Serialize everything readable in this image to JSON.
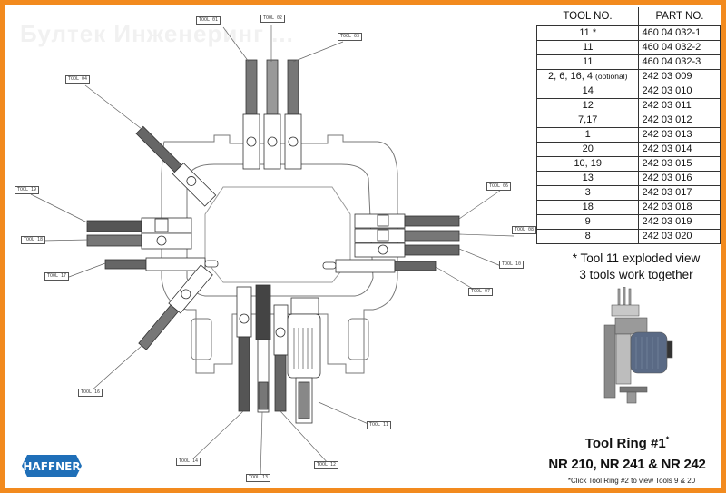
{
  "watermark": "Бултек Инженеринг ...",
  "colors": {
    "frame": "#f28a1e",
    "logo_blue": "#1f6fb8",
    "line": "#555555"
  },
  "table": {
    "headers": [
      "TOOL NO.",
      "PART NO."
    ],
    "rows": [
      {
        "tool": "11 *",
        "tool_suffix": "",
        "part": "460 04 032-1"
      },
      {
        "tool": "11",
        "tool_suffix": "",
        "part": "460 04 032-2"
      },
      {
        "tool": "11",
        "tool_suffix": "",
        "part": "460 04 032-3"
      },
      {
        "tool": "2, 6, 16, 4 ",
        "tool_suffix": "(optional)",
        "part": "242 03 009"
      },
      {
        "tool": "14",
        "tool_suffix": "",
        "part": "242 03 010"
      },
      {
        "tool": "12",
        "tool_suffix": "",
        "part": "242 03 011"
      },
      {
        "tool": "7,17",
        "tool_suffix": "",
        "part": "242 03 012"
      },
      {
        "tool": "1",
        "tool_suffix": "",
        "part": "242 03 013"
      },
      {
        "tool": "20",
        "tool_suffix": "",
        "part": "242 03 014"
      },
      {
        "tool": "10, 19",
        "tool_suffix": "",
        "part": "242 03 015"
      },
      {
        "tool": "13",
        "tool_suffix": "",
        "part": "242 03 016"
      },
      {
        "tool": "3",
        "tool_suffix": "",
        "part": "242 03 017"
      },
      {
        "tool": "18",
        "tool_suffix": "",
        "part": "242 03 018"
      },
      {
        "tool": "9",
        "tool_suffix": "",
        "part": "242 03 019"
      },
      {
        "tool": "8",
        "tool_suffix": "",
        "part": "242 03 020"
      }
    ]
  },
  "notes": {
    "line1": "* Tool 11 exploded view",
    "line2": "3 tools work together"
  },
  "ring": {
    "title": "Tool Ring #1",
    "title_mark": "*",
    "models": "NR 210, NR 241 & NR 242",
    "footnote": "*Click Tool Ring #2 to view Tools 9 & 20"
  },
  "logo": {
    "text": "HAFFNER"
  },
  "callouts": [
    {
      "id": "t01",
      "label": "TOOL 01"
    },
    {
      "id": "t02",
      "label": "TOOL 02"
    },
    {
      "id": "t03",
      "label": "TOOL 03"
    },
    {
      "id": "t04",
      "label": "TOOL 04"
    },
    {
      "id": "t05",
      "label": "TOOL 06"
    },
    {
      "id": "t06",
      "label": "TOOL 08"
    },
    {
      "id": "t07",
      "label": "TOOL 10"
    },
    {
      "id": "t08",
      "label": "TOOL 07"
    },
    {
      "id": "t09",
      "label": "TOOL 19"
    },
    {
      "id": "t10",
      "label": "TOOL 18"
    },
    {
      "id": "t11",
      "label": "TOOL 17"
    },
    {
      "id": "t12",
      "label": "TOOL 16"
    },
    {
      "id": "t13",
      "label": "TOOL 14"
    },
    {
      "id": "t14",
      "label": "TOOL 13"
    },
    {
      "id": "t15",
      "label": "TOOL 12"
    },
    {
      "id": "t16",
      "label": "TOOL 11"
    }
  ]
}
